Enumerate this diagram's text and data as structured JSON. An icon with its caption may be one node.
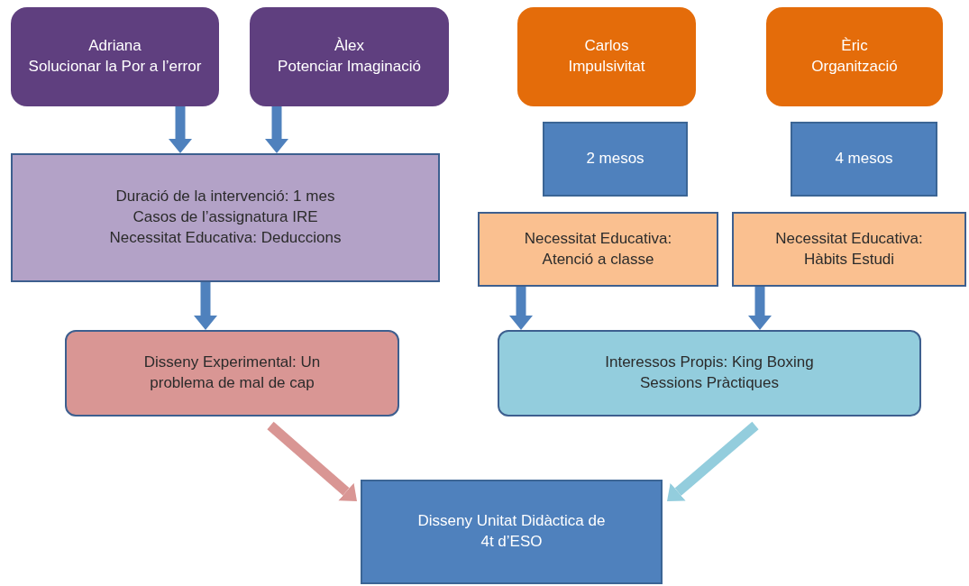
{
  "diagram": {
    "nodes": [
      {
        "text": [
          "Adriana",
          "Solucionar la Por a l’error"
        ]
      },
      {
        "text": [
          "Àlex",
          "Potenciar Imaginació"
        ]
      },
      {
        "text": [
          "Duració de la intervenció: 1 mes",
          "Casos de l’assignatura IRE",
          "Necessitat Educativa: Deduccions"
        ]
      },
      {
        "text": [
          "Carlos",
          "Impulsivitat"
        ]
      },
      {
        "text": [
          "Èric",
          "Organització"
        ]
      },
      {
        "text": [
          "2 mesos"
        ]
      },
      {
        "text": [
          "4 mesos"
        ]
      },
      {
        "text": [
          "Necessitat Educativa: Atenció a classe"
        ]
      },
      {
        "text": [
          "Necessitat Educativa: Hàbits Estudi"
        ]
      },
      {
        "text": [
          "Disseny Experimental: Un problema de mal de cap"
        ]
      },
      {
        "text": [
          "Interessos Propis: King Boxing",
          "Sessions Pràctiques"
        ]
      },
      {
        "text": [
          "Disseny Unitat Didàctica de 4t d’ESO"
        ]
      }
    ],
    "edges": [
      {
        "from": 0,
        "to": 2,
        "arrow": "to"
      },
      {
        "from": 1,
        "to": 2,
        "arrow": "to"
      },
      {
        "from": 2,
        "to": 9,
        "arrow": "to"
      },
      {
        "from": 7,
        "to": 10,
        "arrow": "to"
      },
      {
        "from": 8,
        "to": 10,
        "arrow": "to"
      },
      {
        "from": 9,
        "to": 11,
        "arrow": "to",
        "color": "#d99694"
      },
      {
        "from": 10,
        "to": 11,
        "arrow": "to",
        "color": "#93cddd"
      }
    ]
  }
}
